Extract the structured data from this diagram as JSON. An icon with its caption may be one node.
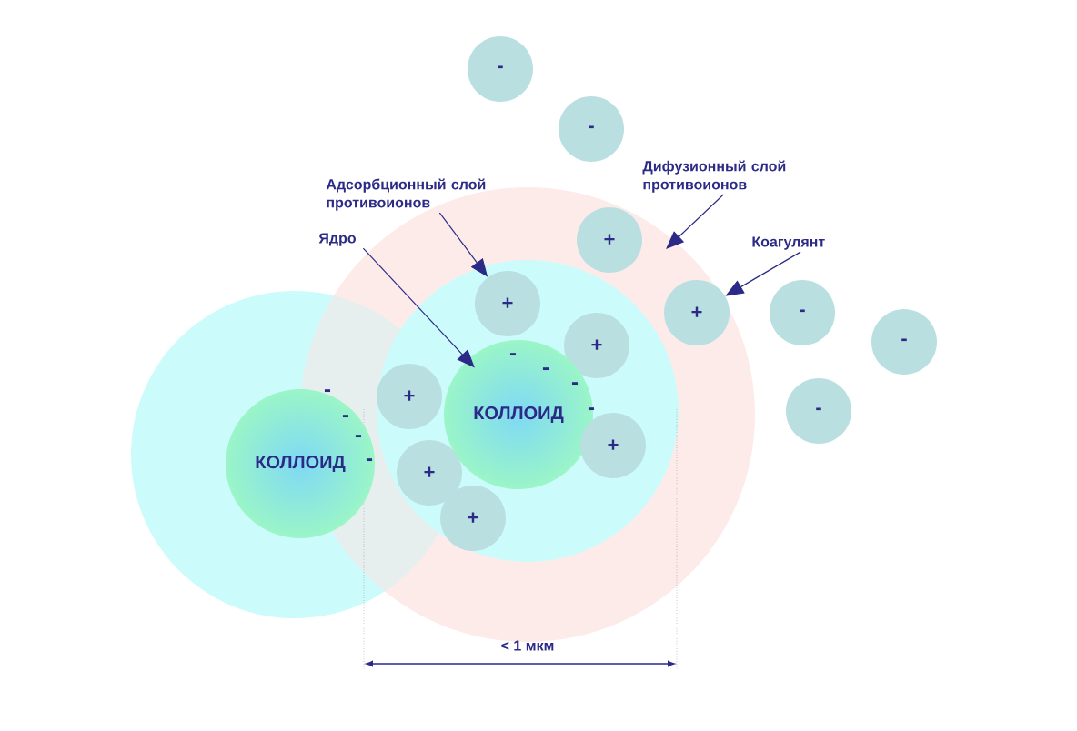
{
  "diagram": {
    "nodes": [
      {
        "text": [
          "Адсорбционный слой противоионов"
        ]
      },
      {
        "text": [
          "Дифузионный слой противоионов"
        ]
      },
      {
        "text": [
          "Ядро"
        ]
      },
      {
        "text": [
          "Коагулянт"
        ]
      },
      {
        "text": [
          "-"
        ]
      },
      {
        "text": [
          "-"
        ]
      },
      {
        "text": [
          "+"
        ]
      },
      {
        "text": [
          "+"
        ]
      },
      {
        "text": [
          "+"
        ]
      },
      {
        "text": [
          "-"
        ]
      },
      {
        "text": [
          "-"
        ]
      },
      {
        "text": [
          "+"
        ]
      },
      {
        "text": [
          "+"
        ]
      },
      {
        "text": [
          "-"
        ]
      },
      {
        "text": [
          "КОЛЛОИД"
        ]
      },
      {
        "text": [
          "+"
        ]
      },
      {
        "text": [
          "КОЛЛОИД"
        ]
      },
      {
        "text": [
          "+"
        ]
      },
      {
        "text": [
          "+"
        ]
      }
    ],
    "edges": [
      {
        "from": 0,
        "to": 7,
        "arrow": "to"
      },
      {
        "from": 1,
        "to": null,
        "arrow": "to"
      },
      {
        "from": 2,
        "to": 14,
        "arrow": "to"
      },
      {
        "from": 3,
        "to": 8,
        "arrow": "to"
      }
    ],
    "labels": [
      "-",
      "-",
      "-",
      "-",
      "-",
      "-",
      "-",
      "-",
      "< 1 мкм"
    ]
  }
}
